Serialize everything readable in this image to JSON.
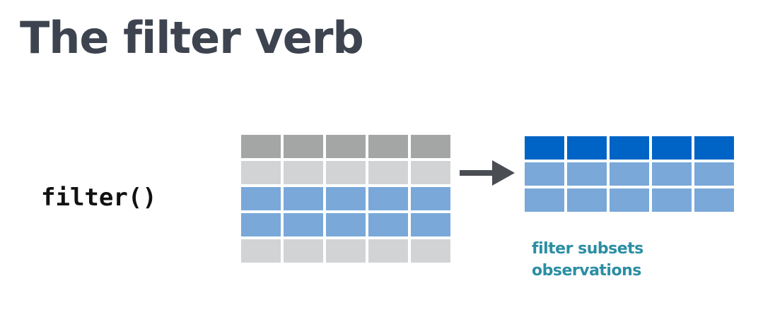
{
  "title": "The filter verb",
  "function_label": "filter()",
  "caption": {
    "line1": "filter subsets",
    "line2": "observations"
  },
  "colors": {
    "title": "#3d4450",
    "header_gray": "#a3a6a5",
    "dropped_row_gray": "#d2d3d4",
    "kept_row_blue": "#79a8d9",
    "output_header_blue": "#0064c6",
    "arrow": "#4a4d52",
    "caption_teal": "#2b8ea3"
  },
  "input_table": {
    "columns": 5,
    "rows": [
      "header",
      "dropped",
      "kept",
      "kept",
      "dropped"
    ]
  },
  "output_table": {
    "columns": 5,
    "rows": [
      "out-header",
      "kept",
      "kept"
    ]
  }
}
